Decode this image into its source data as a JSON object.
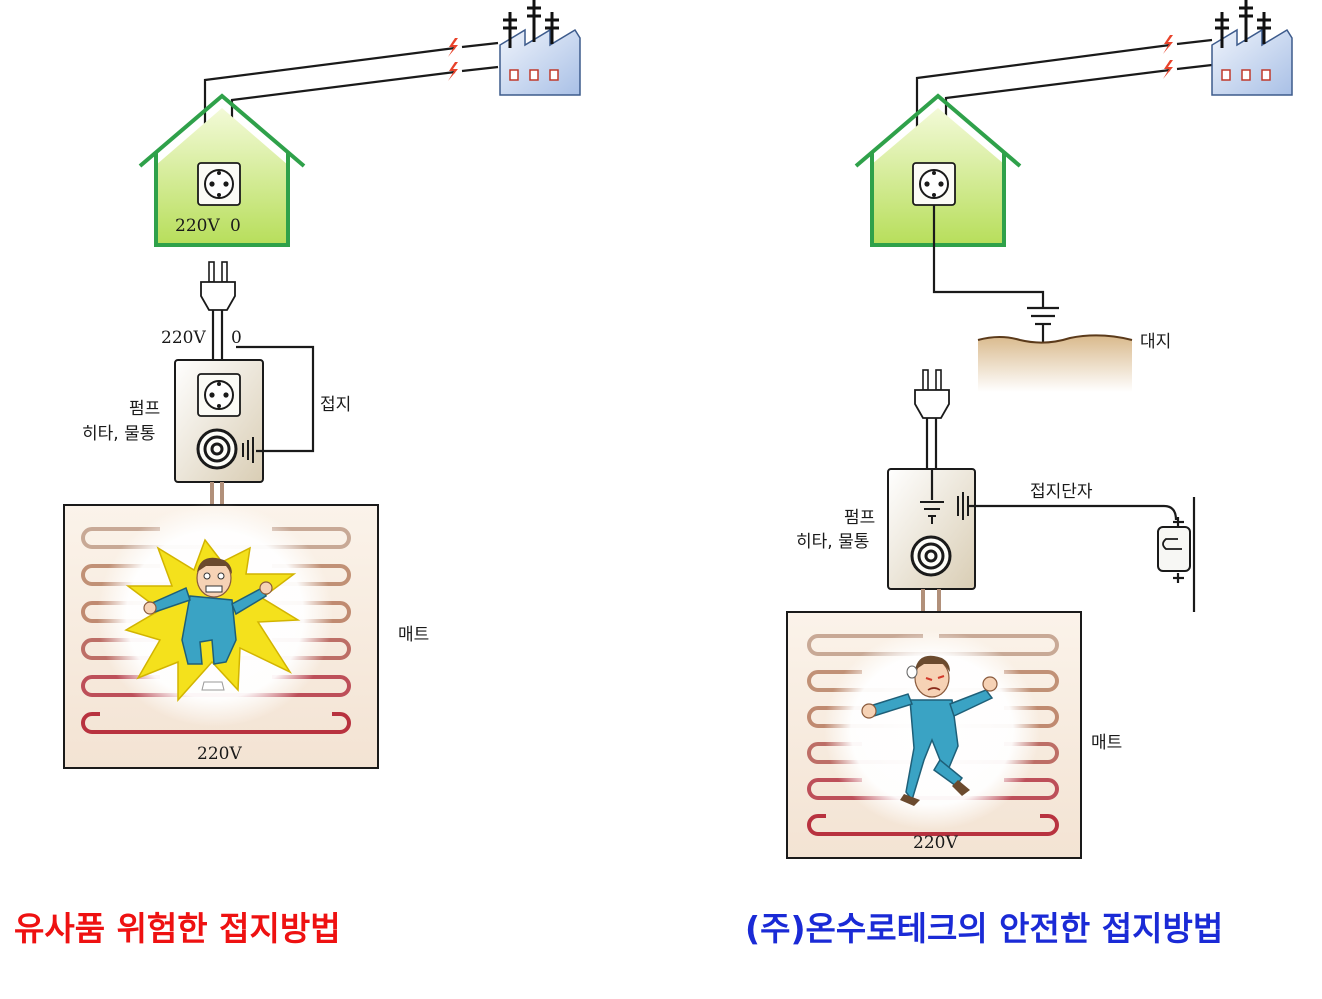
{
  "left_panel": {
    "house_label_line": "220V",
    "house_label_neutral": "0",
    "plug_label_line": "220V",
    "plug_label_neutral": "0",
    "device_label_line1": "펌프",
    "device_label_line2": "히타, 물통",
    "ground_label": "접지",
    "mat_label": "매트",
    "mat_voltage": "220V",
    "caption": "유사품 위험한 접지방법"
  },
  "right_panel": {
    "earth_label": "대지",
    "ground_terminal_label": "접지단자",
    "device_label_line1": "펌프",
    "device_label_line2": "히타, 물통",
    "mat_label": "매트",
    "mat_voltage": "220V",
    "caption": "(주)온수로테크의 안전한 접지방법"
  },
  "colors": {
    "house_outline": "#2fa14a",
    "house_fill_top": "#e6f5b4",
    "house_fill_bottom": "#c3e46d",
    "factory": "#c9d8f0",
    "spark": "#e8432b",
    "shock": "#f4e11c",
    "pajama": "#3aa3c4",
    "caption_bad": "#ee1111",
    "caption_good": "#1a2ad6"
  }
}
